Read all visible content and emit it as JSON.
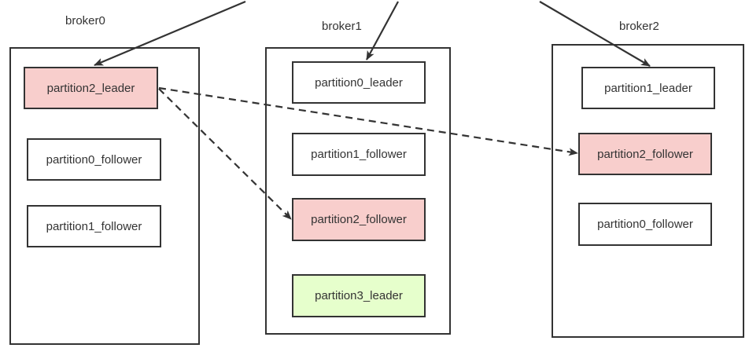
{
  "colors": {
    "stroke": "#333333",
    "replica_highlight": "#f8cecc",
    "new_leader_highlight": "#e6ffcc",
    "plain": "#ffffff"
  },
  "brokers": [
    {
      "label": "broker0",
      "partitions": [
        {
          "label": "partition2_leader",
          "fill": "#f8cecc"
        },
        {
          "label": "partition0_follower",
          "fill": "#ffffff"
        },
        {
          "label": "partition1_follower",
          "fill": "#ffffff"
        }
      ]
    },
    {
      "label": "broker1",
      "partitions": [
        {
          "label": "partition0_leader",
          "fill": "#ffffff"
        },
        {
          "label": "partition1_follower",
          "fill": "#ffffff"
        },
        {
          "label": "partition2_follower",
          "fill": "#f8cecc"
        },
        {
          "label": "partition3_leader",
          "fill": "#e6ffcc"
        }
      ]
    },
    {
      "label": "broker2",
      "partitions": [
        {
          "label": "partition1_leader",
          "fill": "#ffffff"
        },
        {
          "label": "partition2_follower",
          "fill": "#f8cecc"
        },
        {
          "label": "partition0_follower",
          "fill": "#ffffff"
        }
      ]
    }
  ]
}
